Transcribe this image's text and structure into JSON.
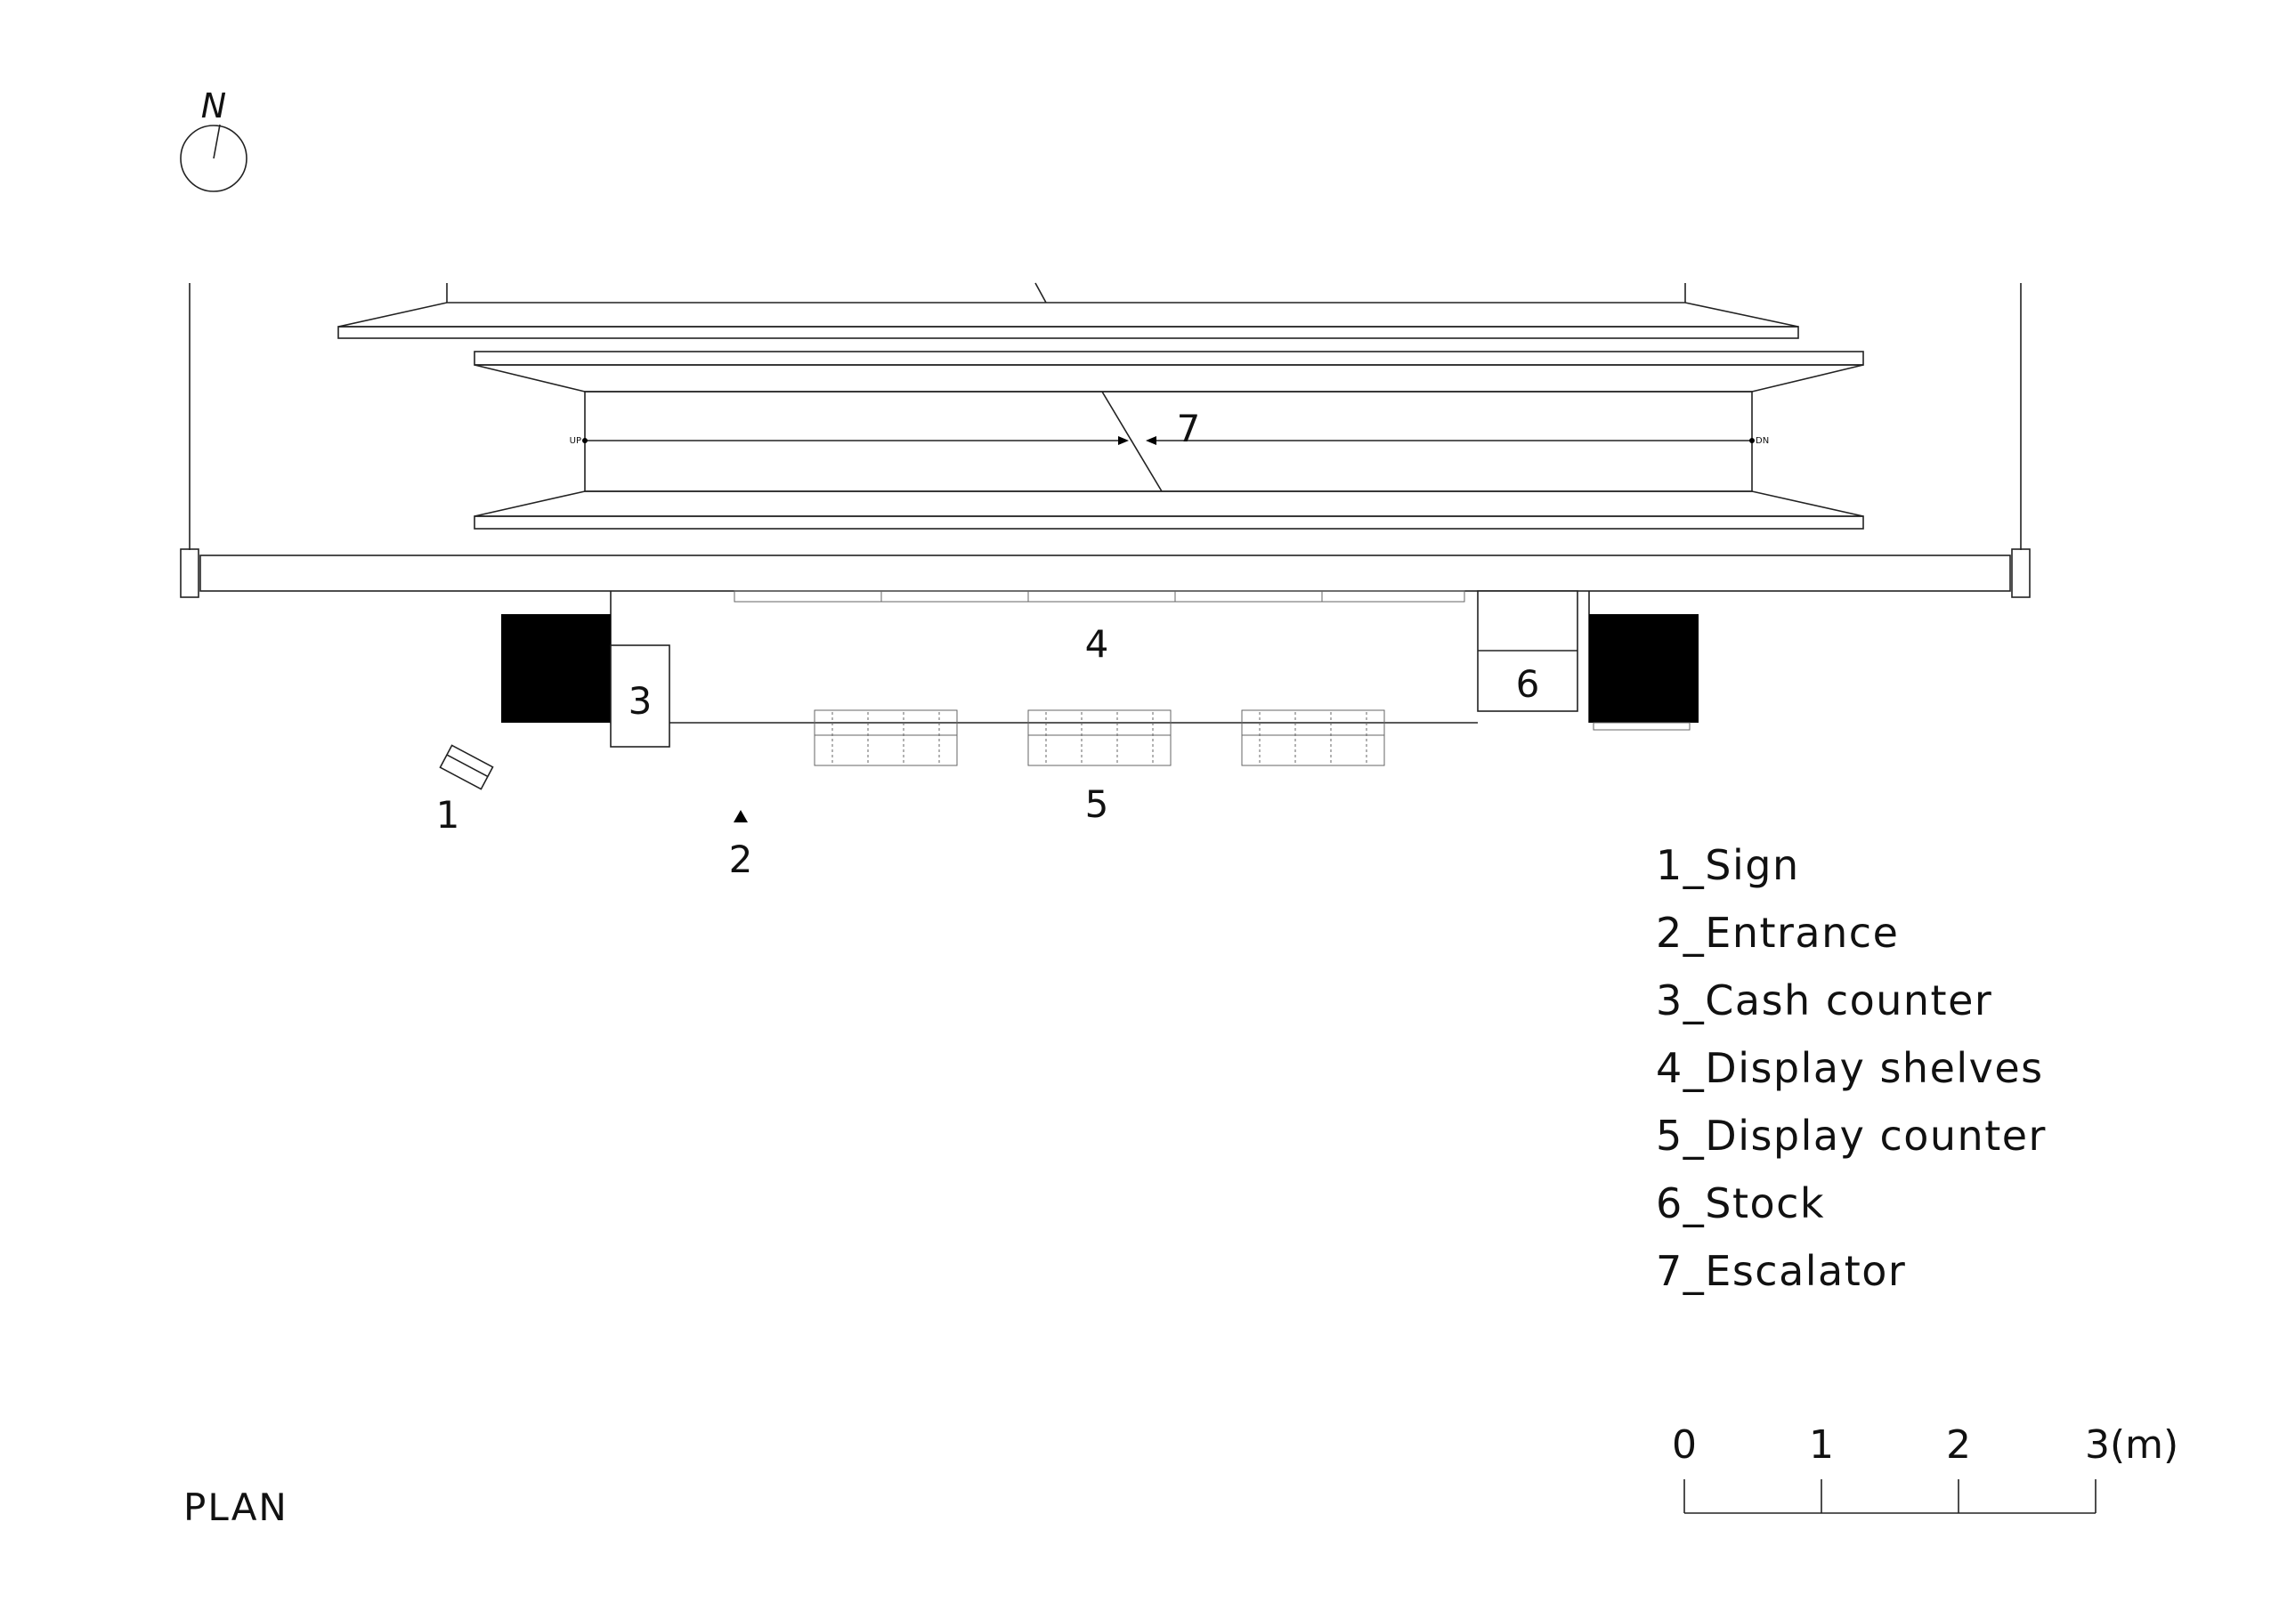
{
  "north": {
    "label": "N"
  },
  "plan_title": "PLAN",
  "escalator_marks": {
    "up": "UP",
    "down": "DN"
  },
  "numbers": {
    "n1": "1",
    "n2": "2",
    "n3": "3",
    "n4": "4",
    "n5": "5",
    "n6": "6",
    "n7": "7"
  },
  "legend": {
    "items": [
      "1_Sign",
      "2_Entrance",
      "3_Cash counter",
      "4_Display shelves",
      "5_Display counter",
      "6_Stock",
      "7_Escalator"
    ]
  },
  "scale_bar": {
    "labels": [
      "0",
      "1",
      "2",
      "3(m)"
    ]
  }
}
